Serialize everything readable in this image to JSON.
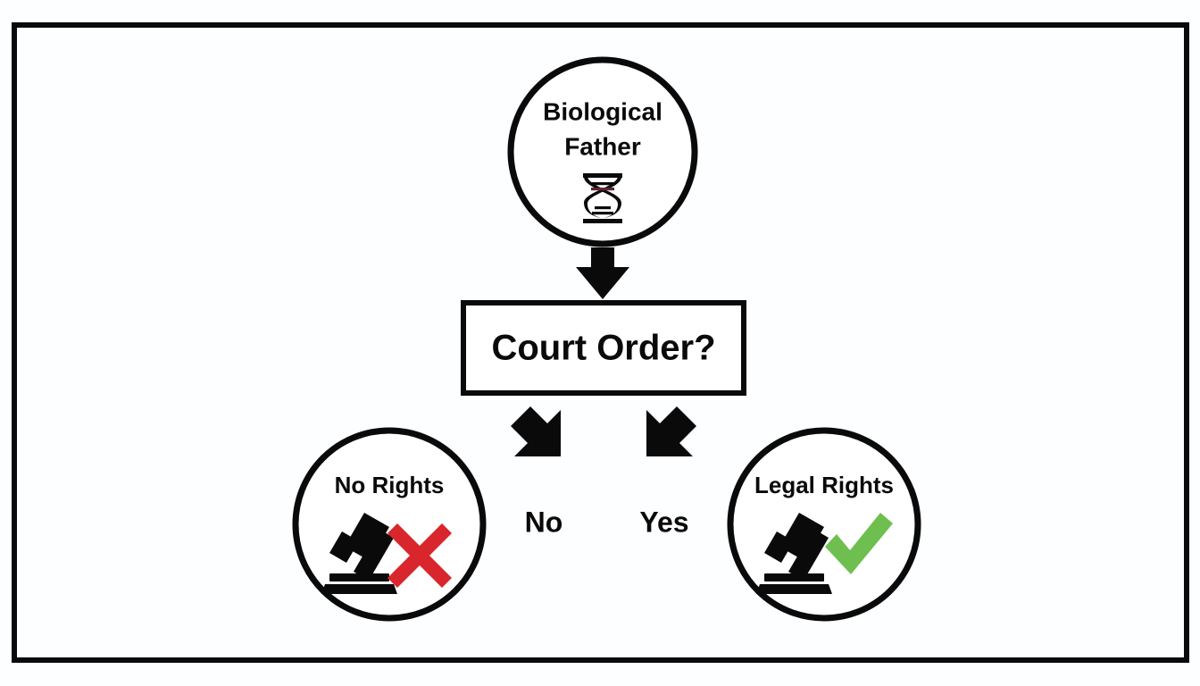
{
  "diagram": {
    "title": "Biological Father Legal Rights Decision Flow",
    "frame": {
      "visible": true,
      "color": "#0a0a0a"
    },
    "colors": {
      "ink": "#0a0a0a",
      "background": "#fdfeff",
      "reject_red": "#d8262c",
      "approve_green": "#6ebf4f"
    },
    "nodes": {
      "start": {
        "shape": "circle",
        "label_line1": "Biological",
        "label_line2": "Father",
        "icon": "dna-helix-icon"
      },
      "decision": {
        "shape": "rectangle",
        "label": "Court Order?"
      },
      "outcome_no": {
        "shape": "circle",
        "label": "No Rights",
        "icon": "gavel-icon",
        "status_icon": "red-cross-icon"
      },
      "outcome_yes": {
        "shape": "circle",
        "label": "Legal Rights",
        "icon": "gavel-icon",
        "status_icon": "green-check-icon"
      }
    },
    "edges": {
      "start_to_decision": {
        "icon": "arrow-down-icon",
        "label": ""
      },
      "decision_to_no": {
        "icon": "arrow-down-left-icon",
        "label": "No"
      },
      "decision_to_yes": {
        "icon": "arrow-down-right-icon",
        "label": "Yes"
      }
    }
  }
}
